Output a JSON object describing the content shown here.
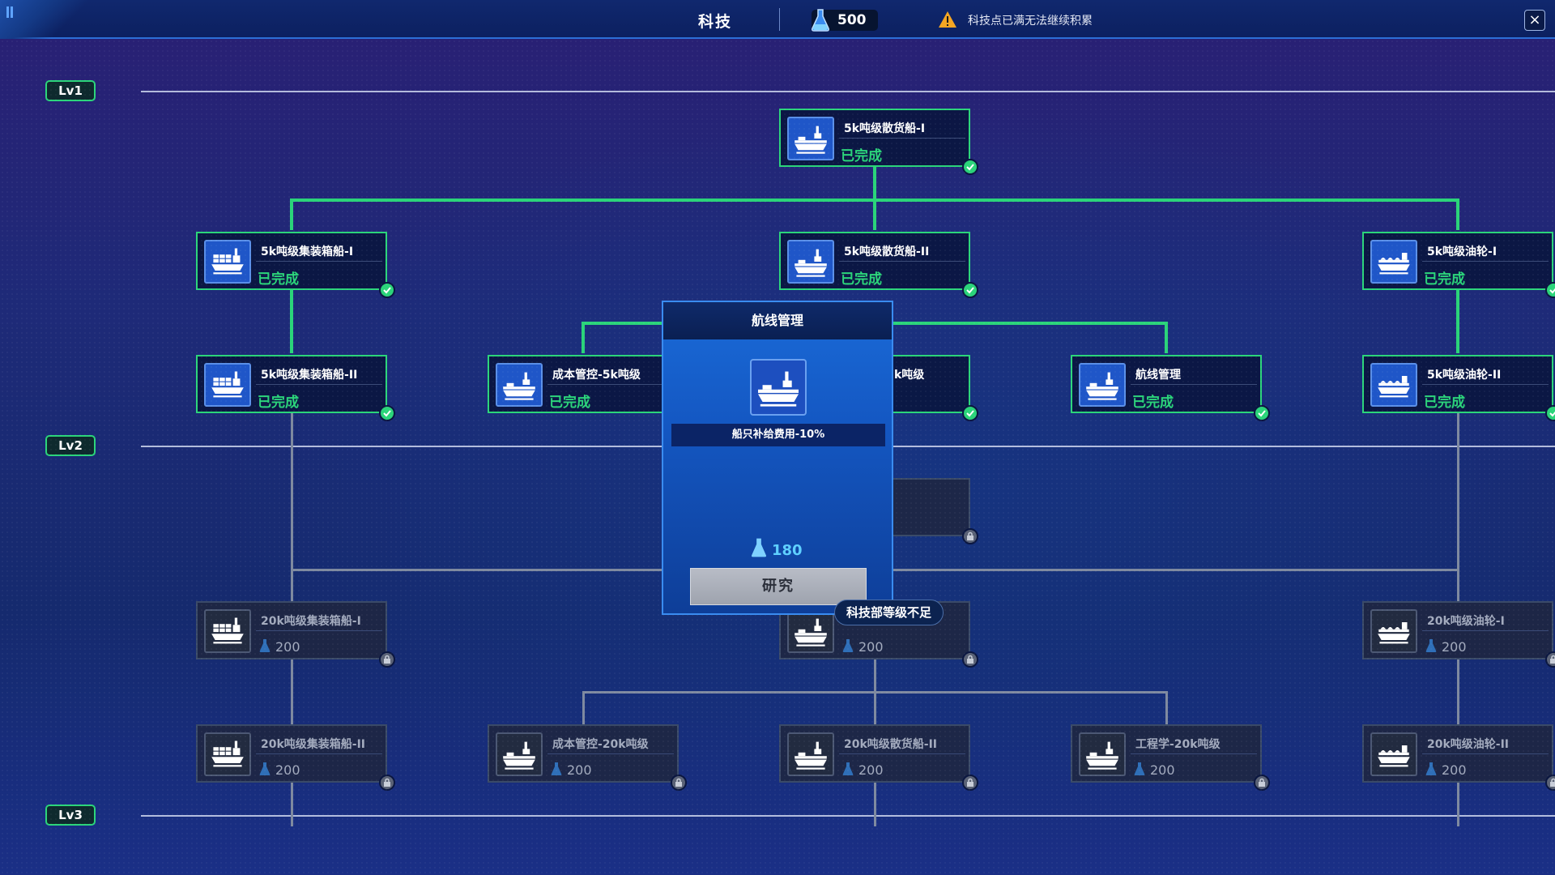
{
  "topbar": {
    "title": "科技",
    "points": "500",
    "warning": "科技点已满无法继续积累",
    "close": "×"
  },
  "levels": [
    "Lv1",
    "Lv2",
    "Lv3"
  ],
  "status_done": "已完成",
  "nodes": {
    "bulk1": "5k吨级散货船-I",
    "cont1": "5k吨级集装箱船-I",
    "bulk2": "5k吨级散货船-II",
    "tank1": "5k吨级油轮-I",
    "cont2": "5k吨级集装箱船-II",
    "cost5k": "成本管控-5k吨级",
    "hidden5k": "k吨级",
    "route": "航线管理",
    "tank2": "5k吨级油轮-II",
    "cont20_1": "20k吨级集装箱船-I",
    "tank20_1": "20k吨级油轮-I",
    "cont20_2": "20k吨级集装箱船-II",
    "cost20": "成本管控-20k吨级",
    "bulk20_2": "20k吨级散货船-II",
    "eng20": "工程学-20k吨级",
    "tank20_2": "20k吨级油轮-II",
    "locked_cost": "200"
  },
  "popup": {
    "title": "航线管理",
    "effect": "船只补给费用-10%",
    "cost": "180",
    "button": "研究"
  },
  "tooltip": "科技部等级不足",
  "colors": {
    "done_green": "#2bd47a",
    "accent_blue": "#1f56c8",
    "locked_gray": "#7f8aa0"
  }
}
